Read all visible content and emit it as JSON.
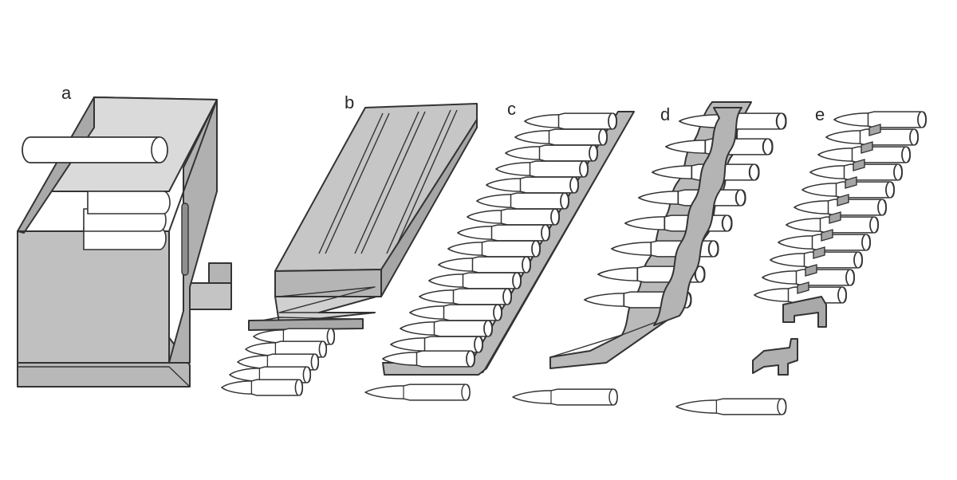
{
  "labels": {
    "a": "a",
    "b": "b",
    "c": "c",
    "d": "d",
    "e": "e"
  },
  "colors": {
    "metal": "#bdbdbd",
    "metal_dark": "#9f9f9f",
    "metal_light": "#d2d2d2",
    "cartridge": "#ffffff",
    "outline": "#333333"
  }
}
